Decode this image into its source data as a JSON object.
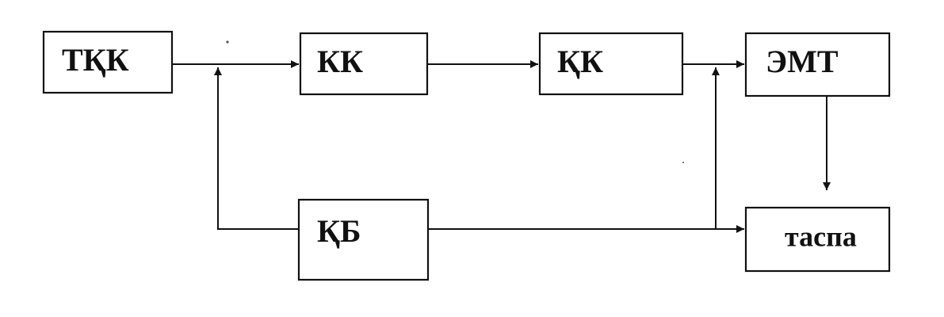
{
  "diagram": {
    "nodes": {
      "tkk": "ТҚК",
      "kk": "КК",
      "qk": "ҚК",
      "emt": "ЭМТ",
      "qb": "ҚБ",
      "taspa": "таспа"
    },
    "colors": {
      "stroke": "#111111",
      "background": "#ffffff"
    }
  }
}
